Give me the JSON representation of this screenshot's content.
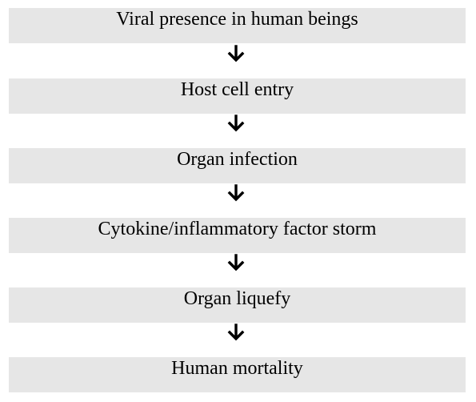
{
  "flowchart": {
    "steps": [
      {
        "label": "Viral presence in human beings"
      },
      {
        "label": "Host cell entry"
      },
      {
        "label": "Organ infection"
      },
      {
        "label": "Cytokine/inflammatory factor storm"
      },
      {
        "label": "Organ liquefy"
      },
      {
        "label": "Human mortality"
      }
    ],
    "arrow_icon": "down-arrow-icon",
    "colors": {
      "box_fill": "#e6e6e6",
      "text": "#000000",
      "arrow": "#000000"
    }
  }
}
